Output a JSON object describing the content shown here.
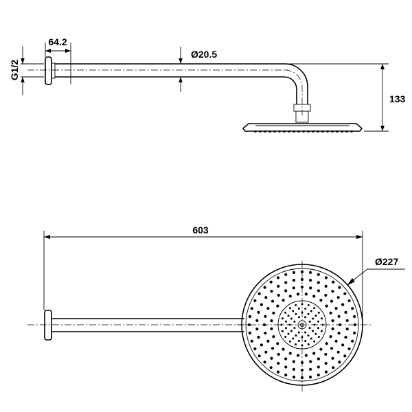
{
  "dimensions": {
    "side_view": {
      "thread": "G1/2",
      "wall_plate_offset": "64.2",
      "arm_diameter": "Ø20.5",
      "drop_height": "133"
    },
    "top_view": {
      "total_length": "603",
      "head_diameter": "Ø227"
    }
  }
}
